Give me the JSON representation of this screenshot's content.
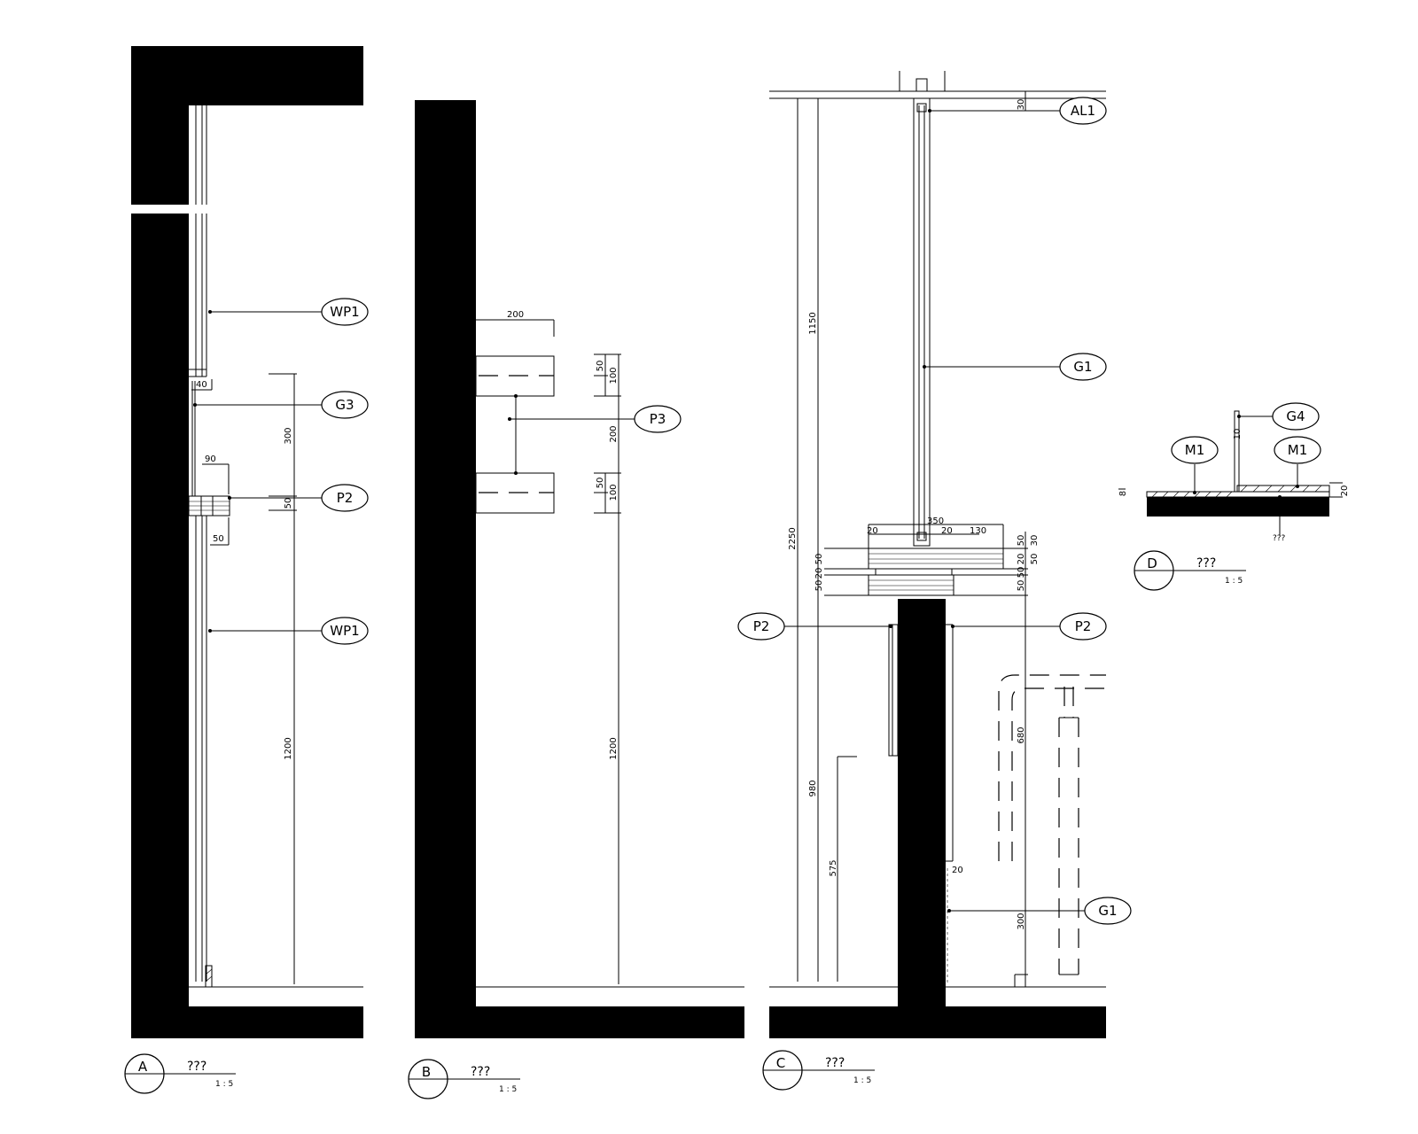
{
  "sections": [
    {
      "letter": "A",
      "title": "???",
      "scale": "1 : 5",
      "tags": [
        "WP1",
        "G3",
        "P2",
        "WP1"
      ],
      "dims": [
        "40",
        "90",
        "50",
        "300",
        "50",
        "1200"
      ]
    },
    {
      "letter": "B",
      "title": "???",
      "scale": "1 : 5",
      "tags": [
        "P3"
      ],
      "dims": [
        "200",
        "50",
        "100",
        "200",
        "50",
        "100",
        "1200"
      ]
    },
    {
      "letter": "C",
      "title": "???",
      "scale": "1 : 5",
      "tags": [
        "AL1",
        "G1",
        "P2",
        "P2",
        "G1"
      ],
      "dims": [
        "30",
        "1150",
        "2250",
        "350",
        "20",
        "20",
        "130",
        "50",
        "20",
        "50",
        "50",
        "20",
        "50",
        "50",
        "30",
        "50",
        "680",
        "980",
        "575",
        "20",
        "300"
      ]
    },
    {
      "letter": "D",
      "title": "???",
      "scale": "1 : 5",
      "tags": [
        "G4",
        "M1",
        "M1"
      ],
      "dims": [
        "10",
        "8",
        "20"
      ],
      "note": "???"
    }
  ]
}
